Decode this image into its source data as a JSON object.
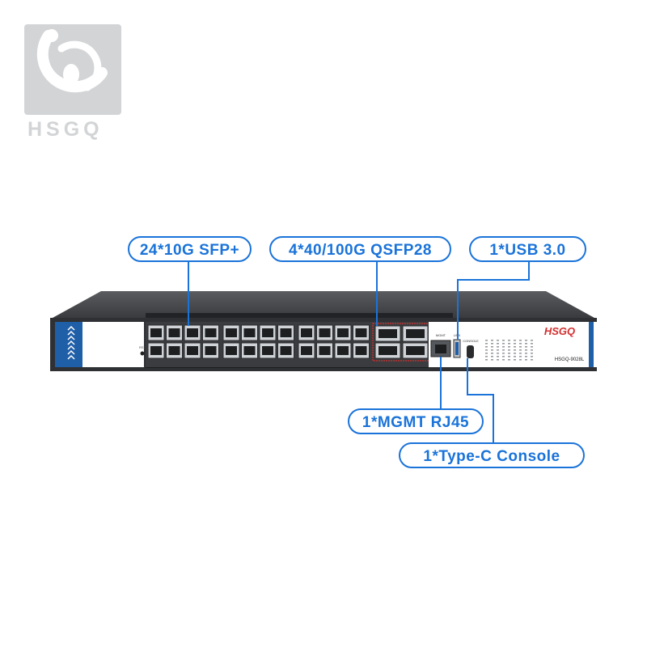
{
  "logo": {
    "text": "HSGQ",
    "color": "#d2d4d6"
  },
  "callouts": {
    "sfp": "24*10G SFP+",
    "qsfp": "4*40/100G QSFP28",
    "usb": "1*USB 3.0",
    "mgmt": "1*MGMT RJ45",
    "console": "1*Type-C Console"
  },
  "device": {
    "brand": "HSGQ",
    "model": "HSGQ-9028L",
    "rst_label": "RST",
    "mgmt_label": "MGMT",
    "usb_label": "USB",
    "console_label": "CONSOLE",
    "sfp_port_count": 24,
    "qsfp_port_count": 4
  },
  "colors": {
    "accent": "#1a73d9",
    "panel_blue": "#1f5fa8",
    "brand_red": "#d32f2f",
    "chassis": "#2f3033"
  }
}
